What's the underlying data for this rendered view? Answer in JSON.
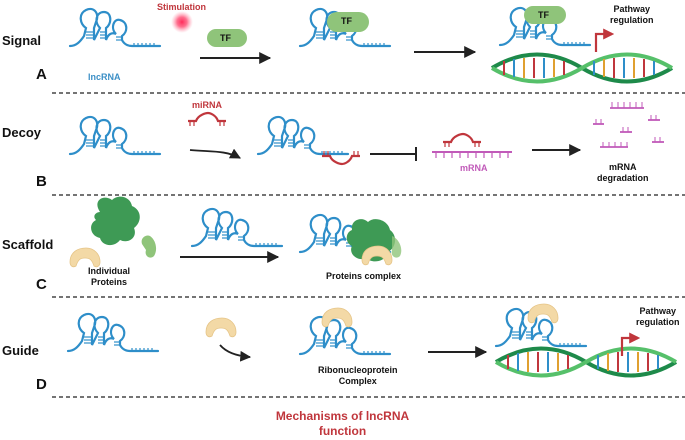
{
  "rows": {
    "signal": {
      "title": "Signal",
      "letter": "A"
    },
    "decoy": {
      "title": "Decoy",
      "letter": "B"
    },
    "scaffold": {
      "title": "Scaffold",
      "letter": "C"
    },
    "guide": {
      "title": "Guide",
      "letter": "D"
    }
  },
  "labels": {
    "stimulation": "Stimulation",
    "lncrna": "lncRNA",
    "tf_1": "TF",
    "tf_2": "TF",
    "tf_3": "TF",
    "pathway_regulation_a": "Pathway\nregulation",
    "mirna": "miRNA",
    "mrna": "mRNA",
    "mrna_degradation": "mRNA\ndegradation",
    "individual_proteins": "Individual\nProteins",
    "proteins_complex": "Proteins complex",
    "ribonucleoprotein_complex": "Ribonucleoprotein\nComplex",
    "pathway_regulation_d": "Pathway\nregulation"
  },
  "footer": "Mechanisms of lncRNA\nfunction",
  "colors": {
    "rna": "#2e8ec9",
    "mirna": "#c0363c",
    "mrna": "#c15ab9",
    "tf": "#8fc47a",
    "dna_dark": "#1e8a4a",
    "dna_light": "#56c06a",
    "protein_green": "#3e9a55",
    "protein_tan": "#f3d9a6",
    "arrow": "#222222",
    "pathway_arrow": "#c0363c"
  }
}
